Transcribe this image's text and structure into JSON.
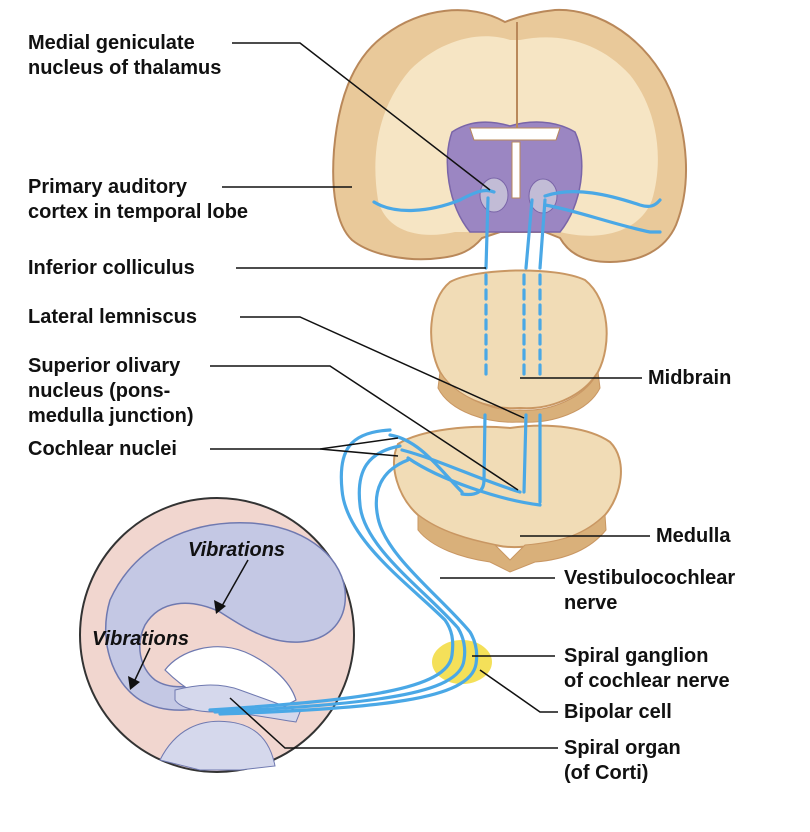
{
  "labels": {
    "medial_geniculate": "Medial geniculate\nnucleus of thalamus",
    "primary_auditory": "Primary auditory\ncortex in temporal lobe",
    "inferior_colliculus": "Inferior colliculus",
    "lateral_lemniscus": "Lateral lemniscus",
    "superior_olivary": "Superior olivary\nnucleus (pons-\nmedulla junction)",
    "cochlear_nuclei": "Cochlear nuclei",
    "midbrain": "Midbrain",
    "medulla": "Medulla",
    "vestibulocochlear": "Vestibulocochlear\nnerve",
    "spiral_ganglion": "Spiral ganglion\nof cochlear nerve",
    "bipolar_cell": "Bipolar cell",
    "spiral_organ": "Spiral organ\n(of Corti)",
    "vibrations_upper": "Vibrations",
    "vibrations_lower": "Vibrations"
  },
  "colors": {
    "tissue": "#f1dcb6",
    "tissue_edge": "#c99763",
    "cortex": "#e8c79a",
    "thalamus": "#9b86c2",
    "pathway": "#4aa8e6",
    "ganglion": "#f3dd47",
    "cochlea_bg": "#f1d6cf",
    "cochlea_membrane": "#c4c8e4"
  }
}
